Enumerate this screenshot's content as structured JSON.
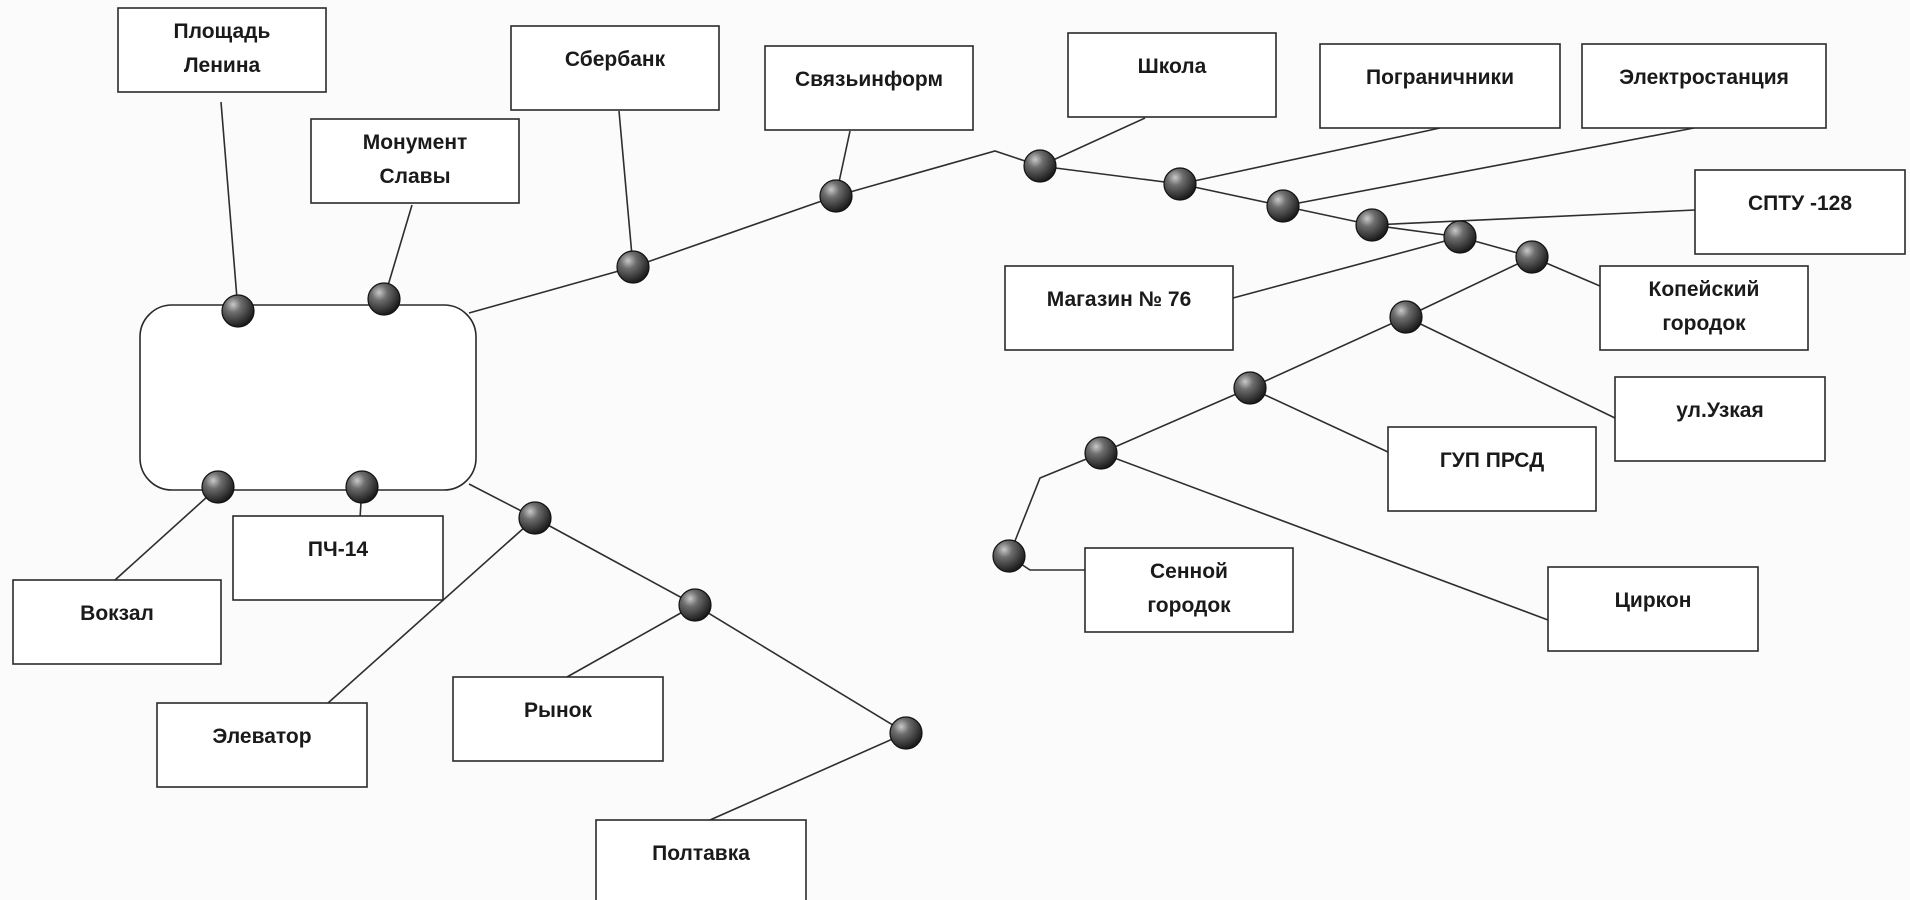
{
  "diagram": {
    "hub": {
      "label": ""
    },
    "stations": [
      {
        "id": "ploshchad-lenina",
        "lines": [
          "Площадь",
          "Ленина"
        ]
      },
      {
        "id": "monument-slavy",
        "lines": [
          "Монумент",
          "Славы"
        ]
      },
      {
        "id": "sberbank",
        "lines": [
          "Сбербанк"
        ]
      },
      {
        "id": "svyazinform",
        "lines": [
          "Связьинформ"
        ]
      },
      {
        "id": "shkola",
        "lines": [
          "Школа"
        ]
      },
      {
        "id": "pogranichniki",
        "lines": [
          "Пограничники"
        ]
      },
      {
        "id": "elektrostantsiya",
        "lines": [
          "Электростанция"
        ]
      },
      {
        "id": "sptu-128",
        "lines": [
          "СПТУ -128"
        ]
      },
      {
        "id": "magazin-76",
        "lines": [
          "Магазин № 76"
        ]
      },
      {
        "id": "kopeyskiy-gorodok",
        "lines": [
          "Копейский",
          "городок"
        ]
      },
      {
        "id": "ul-uzkaya",
        "lines": [
          "ул.Узкая"
        ]
      },
      {
        "id": "gup-prsd",
        "lines": [
          "ГУП ПРСД"
        ]
      },
      {
        "id": "sennoy-gorodok",
        "lines": [
          "Сенной",
          "городок"
        ]
      },
      {
        "id": "tsirkon",
        "lines": [
          "Циркон"
        ]
      },
      {
        "id": "vokzal",
        "lines": [
          "Вокзал"
        ]
      },
      {
        "id": "pch-14",
        "lines": [
          "ПЧ-14"
        ]
      },
      {
        "id": "elevator",
        "lines": [
          "Элеватор"
        ]
      },
      {
        "id": "rynok",
        "lines": [
          "Рынок"
        ]
      },
      {
        "id": "poltavka",
        "lines": [
          "Полтавка"
        ]
      }
    ]
  }
}
